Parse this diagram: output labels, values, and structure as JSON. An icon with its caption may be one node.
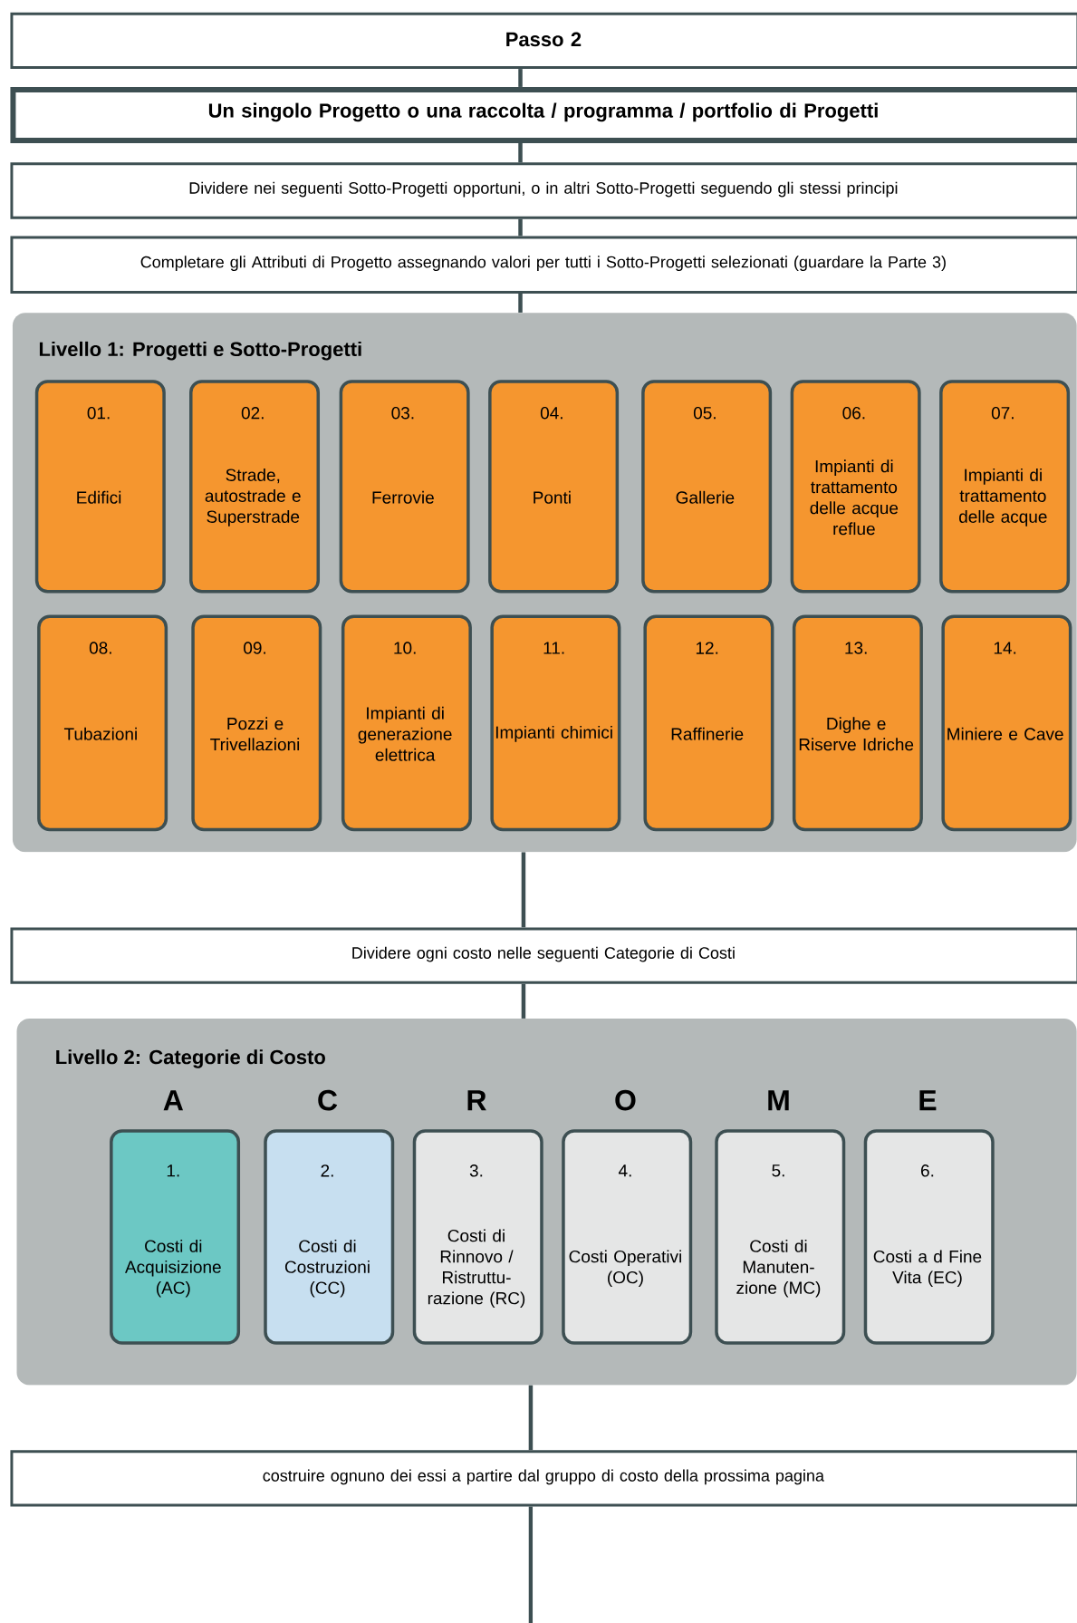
{
  "diagram": {
    "nodes": [
      {
        "text": [
          "Passo 2"
        ]
      },
      {
        "text": [
          "Un singolo Progetto o una raccolta / programma / portfolio di Progetti"
        ]
      },
      {
        "text": [
          "Dividere nei seguenti Sotto-Progetti opportuni, o in altri Sotto-Progetti seguendo gli stessi principi"
        ]
      },
      {
        "text": [
          "Completare gli Attributi di Progetto assegnando valori per tutti i Sotto-Progetti selezionati (guardare la Parte 3)"
        ]
      },
      {
        "text": [
          "Livello 1: Progetti e Sotto-Progetti"
        ]
      },
      {
        "text": [
          "01.",
          "Edifici"
        ],
        "in": 4
      },
      {
        "text": [
          "02.",
          "Strade, autostrade e Superstrade"
        ],
        "in": 4
      },
      {
        "text": [
          "03.",
          "Ferrovie"
        ],
        "in": 4
      },
      {
        "text": [
          "04.",
          "Ponti"
        ],
        "in": 4
      },
      {
        "text": [
          "05.",
          "Gallerie"
        ],
        "in": 4
      },
      {
        "text": [
          "06.",
          "Impianti di trattamento delle acque reflue"
        ],
        "in": 4
      },
      {
        "text": [
          "07.",
          "Impianti di trattamento delle acque"
        ],
        "in": 4
      },
      {
        "text": [
          "08.",
          "Tubazioni"
        ],
        "in": 4
      },
      {
        "text": [
          "09.",
          "Pozzi e Trivellazioni"
        ],
        "in": 4
      },
      {
        "text": [
          "10.",
          "Impianti di generazione elettrica"
        ],
        "in": 4
      },
      {
        "text": [
          "11.",
          "Impianti chimici"
        ],
        "in": 4
      },
      {
        "text": [
          "12.",
          "Raffinerie"
        ],
        "in": 4
      },
      {
        "text": [
          "13.",
          "Dighe e Riserve Idriche"
        ],
        "in": 4
      },
      {
        "text": [
          "14.",
          "Miniere e Cave"
        ],
        "in": 4
      },
      {
        "text": [
          "Dividere ogni costo nelle seguenti Categorie di Costi"
        ]
      },
      {
        "text": [
          "Livello 2: Categorie di Costo"
        ]
      },
      {
        "text": [
          "1.",
          "Costi di Acquisizione (AC)"
        ],
        "in": 20,
        "beside": [
          "A"
        ]
      },
      {
        "text": [
          "2.",
          "Costi di Costruzioni (CC)"
        ],
        "in": 20,
        "beside": [
          "C"
        ]
      },
      {
        "text": [
          "3.",
          "Costi di Rinnovo / Ristruttu- razione (RC)"
        ],
        "in": 20,
        "beside": [
          "R"
        ]
      },
      {
        "text": [
          "4.",
          "Costi Operativi (OC)"
        ],
        "in": 20,
        "beside": [
          "O"
        ]
      },
      {
        "text": [
          "5.",
          "Costi di Manuten- zione (MC)"
        ],
        "in": 20,
        "beside": [
          "M"
        ]
      },
      {
        "text": [
          "6.",
          "Costi a d Fine Vita (EC)"
        ],
        "in": 20,
        "beside": [
          "E"
        ]
      },
      {
        "text": [
          "costruire ognuno dei essi a partire dal gruppo di costo della prossima pagina"
        ]
      }
    ],
    "edges": [
      {
        "from": 0,
        "to": 1,
        "arrow": "none"
      },
      {
        "from": 1,
        "to": 2,
        "arrow": "none"
      },
      {
        "from": 2,
        "to": 3,
        "arrow": "none"
      },
      {
        "from": 3,
        "to": 4,
        "arrow": "none"
      },
      {
        "from": 4,
        "to": 19,
        "arrow": "none"
      },
      {
        "from": 19,
        "to": 20,
        "arrow": "none"
      },
      {
        "from": 20,
        "to": 27,
        "arrow": "none"
      },
      {
        "from": 27,
        "to": null,
        "arrow": "none"
      }
    ]
  }
}
